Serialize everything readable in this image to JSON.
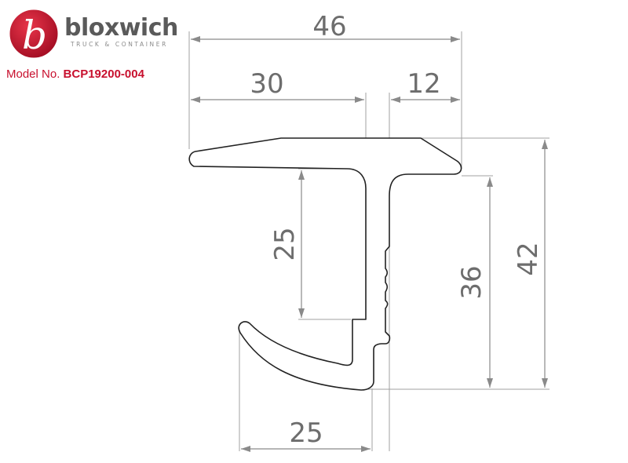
{
  "brand": {
    "name": "bloxwich",
    "tagline": "TRUCK & CONTAINER",
    "logo_letter": "b",
    "logo_color": "#c8102e"
  },
  "model": {
    "label": "Model No.",
    "number": "BCP19200-004"
  },
  "dimensions": {
    "overall_width": "46",
    "left_flange_width": "30",
    "right_flange_width": "12",
    "left_channel_depth": "25",
    "right_height": "36",
    "overall_height": "42",
    "hook_width": "25"
  },
  "colors": {
    "text": "#6d6d6d",
    "dimension_line": "#9a9a9a",
    "profile_stroke": "#222222",
    "accent": "#c8102e"
  }
}
